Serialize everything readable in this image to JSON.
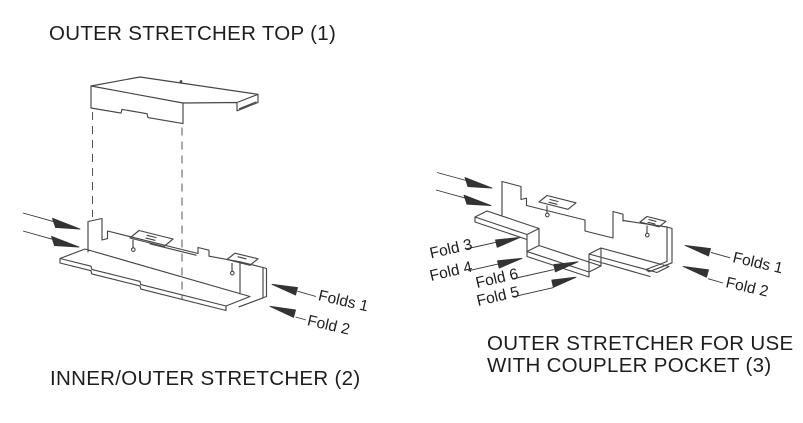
{
  "colors": {
    "background": "#ffffff",
    "line": "#464646",
    "text": "#1d1d1d",
    "arrow": "#333333"
  },
  "part1": {
    "title": "OUTER STRETCHER TOP (1)"
  },
  "part2": {
    "title": "INNER/OUTER STRETCHER (2)",
    "fold_labels": [
      "Folds 1",
      "Fold 2"
    ]
  },
  "part3": {
    "title_line1": "OUTER STRETCHER FOR USE",
    "title_line2": "WITH COUPLER POCKET (3)",
    "fold_labels_left": [
      "Fold 3",
      "Fold 4",
      "Fold 6",
      "Fold 5"
    ],
    "fold_labels_right": [
      "Folds 1",
      "Fold 2"
    ]
  }
}
